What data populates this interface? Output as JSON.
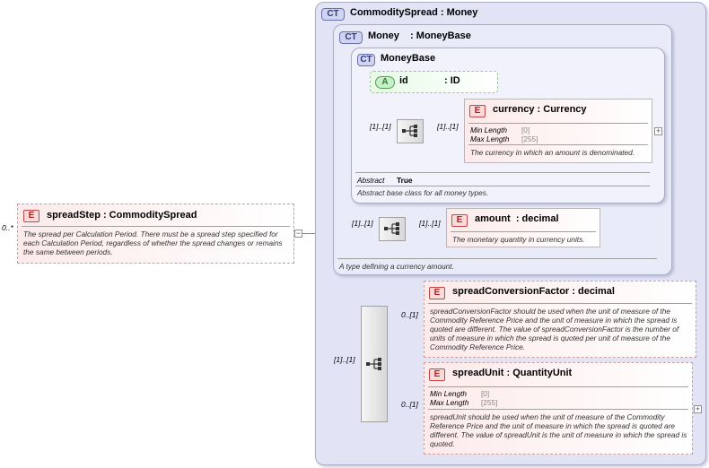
{
  "root": {
    "multiplicity": "0..*",
    "badge": "E",
    "title": "spreadStep : CommoditySpread",
    "description": "The spread per Calculation Period. There must be a spread step specified for each Calculation Period, regardless of whether the spread changes or remains the same between periods.",
    "expander": "−"
  },
  "ct_outer": {
    "badge": "CT",
    "title": "CommoditySpread : Money"
  },
  "ct_money": {
    "badge": "CT",
    "title": "Money    : MoneyBase",
    "description": "A type defining a currency amount."
  },
  "ct_moneybase": {
    "badge": "CT",
    "title": "MoneyBase",
    "abstract_label": "Abstract",
    "abstract_value": "True",
    "description": "Abstract base class for all money types."
  },
  "attr_id": {
    "badge": "A",
    "name": "id",
    "type": ": ID"
  },
  "currency": {
    "badge": "E",
    "title": "currency : Currency",
    "min_length_label": "Min Length",
    "min_length_value": "[0]",
    "max_length_label": "Max Length",
    "max_length_value": "[255]",
    "description": "The currency in which an amount is denominated.",
    "expander": "+"
  },
  "amount": {
    "badge": "E",
    "title": "amount  : decimal",
    "description": "The monetary quantity in currency units."
  },
  "spread_conversion": {
    "badge": "E",
    "title": "spreadConversionFactor : decimal",
    "description": "spreadConversionFactor should be used when the unit of measure of the Commodity Reference Price and the unit of measure in which the spread is quoted are different. The value of spreadConversionFactor is the number of units of measure in which the spread is quoted per unit of measure of the Commodity Reference Price."
  },
  "spread_unit": {
    "badge": "E",
    "title": "spreadUnit : QuantityUnit",
    "min_length_label": "Min Length",
    "min_length_value": "[0]",
    "max_length_label": "Max Length",
    "max_length_value": "[255]",
    "description": "spreadUnit should be used when the unit of measure of the Commodity Reference Price and the unit of measure in which the spread is quoted are different. The value of spreadUnit is the unit of measure in which the spread is quoted.",
    "expander": "+"
  },
  "multiplicities": {
    "seq1_in": "[1]..[1]",
    "seq1_out": "[1]..[1]",
    "seq2_in": "[1]..[1]",
    "seq2_out": "[1]..[1]",
    "seq3_in": "[1]..[1]",
    "seq3_out1": "0..[1]",
    "seq3_out2": "0..[1]"
  },
  "colors": {
    "ct_border": "#a9adc6",
    "element_border": "#c9a0a0",
    "attribute_fill": "#e6fbe6"
  },
  "icons": {
    "sequence": "sequence-compositor-icon"
  }
}
